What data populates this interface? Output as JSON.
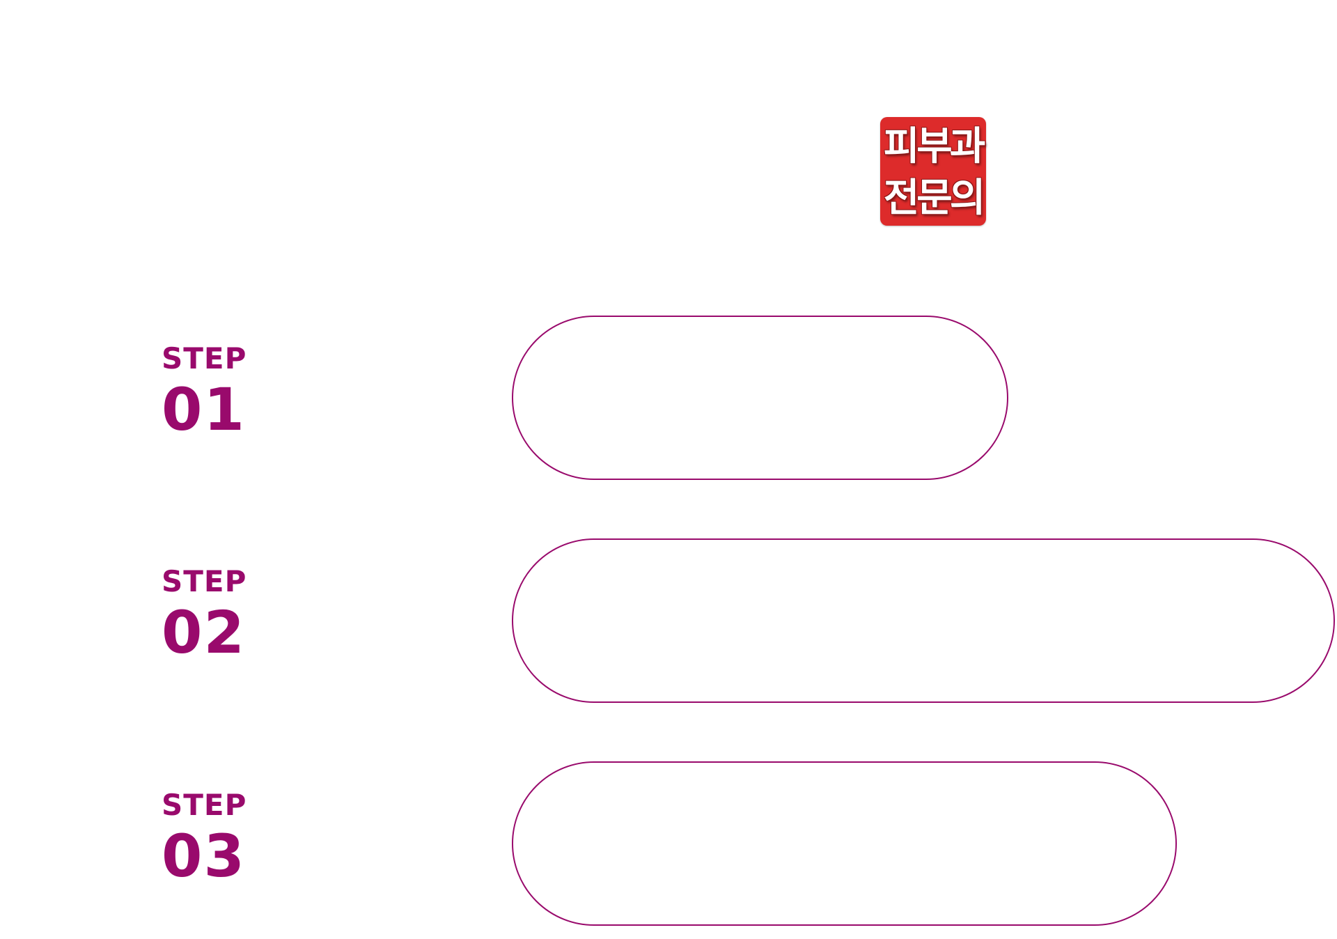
{
  "badge": {
    "line1": "피부과",
    "line2": "전문의",
    "background_color": "#dd2b2b"
  },
  "accent_color": "#990a6c",
  "steps": [
    {
      "word": "STEP",
      "number": "01"
    },
    {
      "word": "STEP",
      "number": "02"
    },
    {
      "word": "STEP",
      "number": "03"
    }
  ]
}
